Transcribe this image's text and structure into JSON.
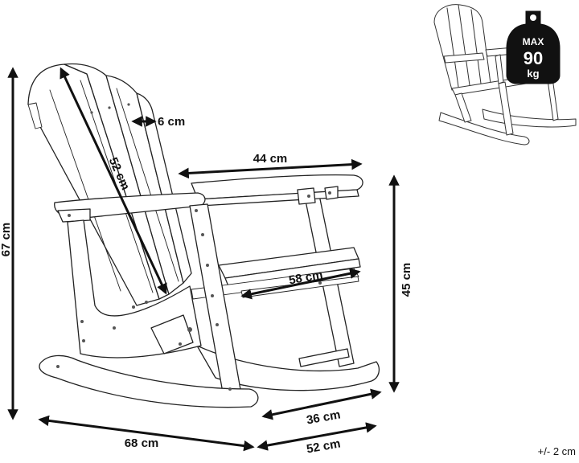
{
  "dimensions": {
    "height_total": "67 cm",
    "depth_total": "68 cm",
    "width_total": "52 cm",
    "backrest_length": "52 cm",
    "slat_gap": "6 cm",
    "armrest_length": "44 cm",
    "seat_width": "58 cm",
    "seat_height": "45 cm",
    "rocker_inner": "36 cm"
  },
  "load_badge": {
    "line1": "MAX",
    "line2": "90",
    "line3": "kg"
  },
  "tolerance": "+/- 2 cm",
  "colors": {
    "line": "#222222",
    "arrow": "#111111",
    "badge": "#111111",
    "background": "#ffffff"
  }
}
